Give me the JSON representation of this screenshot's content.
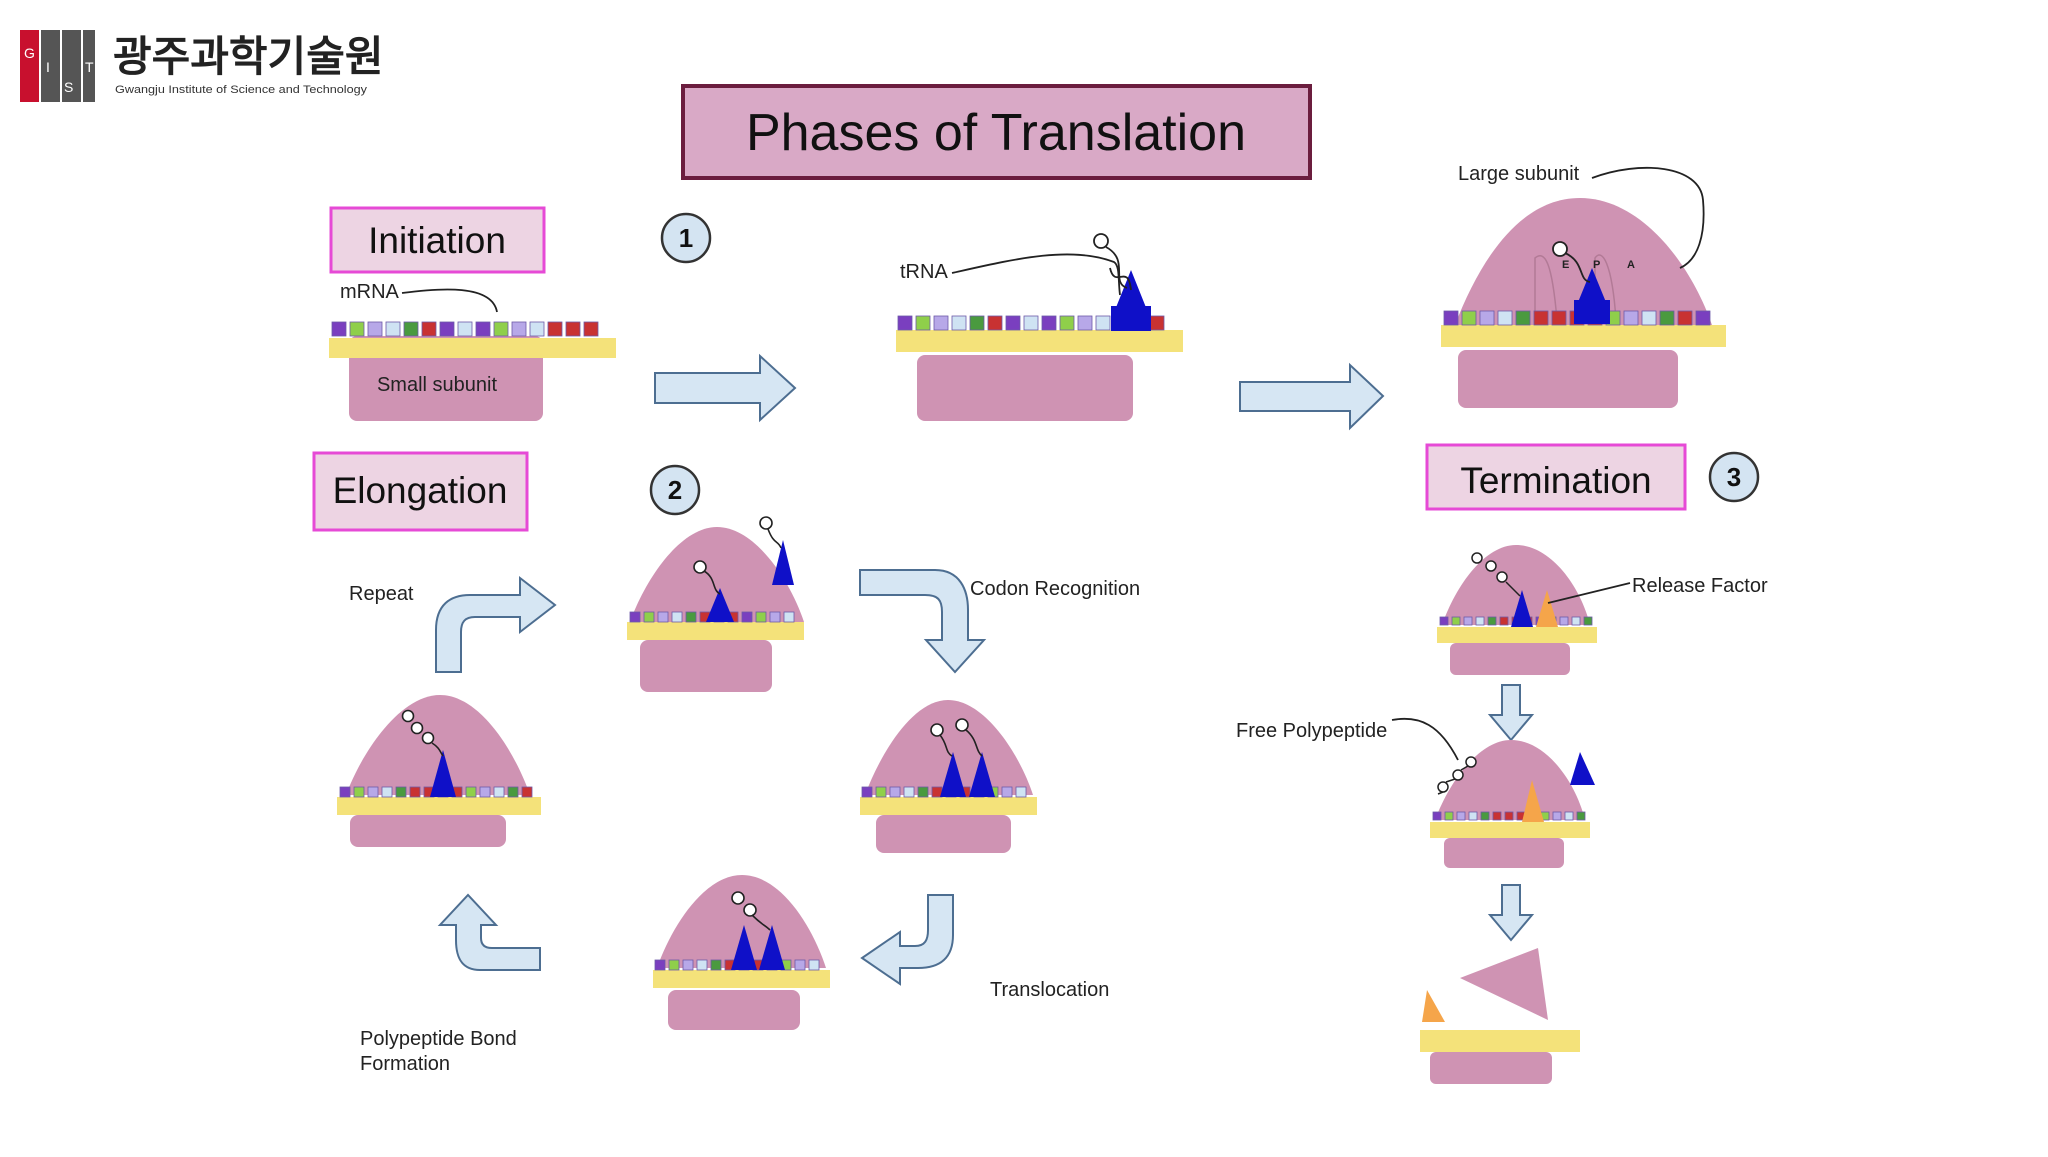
{
  "logo": {
    "letters": [
      "G",
      "I",
      "S",
      "T"
    ],
    "korean_name": "광주과학기술원",
    "english_name": "Gwangju Institute of Science and Technology",
    "accent": "#c8102e"
  },
  "title": "Phases of Translation",
  "phases": {
    "initiation": {
      "heading": "Initiation",
      "number": "1"
    },
    "elongation": {
      "heading": "Elongation",
      "number": "2"
    },
    "termination": {
      "heading": "Termination",
      "number": "3"
    }
  },
  "labels": {
    "mrna": "mRNA",
    "small_subunit": "Small subunit",
    "trna": "tRNA",
    "large_subunit": "Large subunit",
    "site_e": "E",
    "site_p": "P",
    "site_a": "A",
    "repeat": "Repeat",
    "codon_recognition": "Codon Recognition",
    "translocation": "Translocation",
    "polypeptide_bond_line1": "Polypeptide Bond",
    "polypeptide_bond_line2": "Formation",
    "release_factor": "Release Factor",
    "free_polypeptide": "Free Polypeptide"
  },
  "colors": {
    "title_box_fill": "#d9a9c6",
    "title_box_border": "#6b1d3e",
    "phase_box_fill": "#edd4e3",
    "phase_box_border": "#e64ad6",
    "ribosome": "#cf93b3",
    "mrna_strand": "#f4e27a",
    "trna": "#0f10c8",
    "release_factor": "#f5a54a",
    "arrow_fill": "#d6e6f3",
    "arrow_stroke": "#4d6e91",
    "number_circle": "#d4e4f2"
  }
}
